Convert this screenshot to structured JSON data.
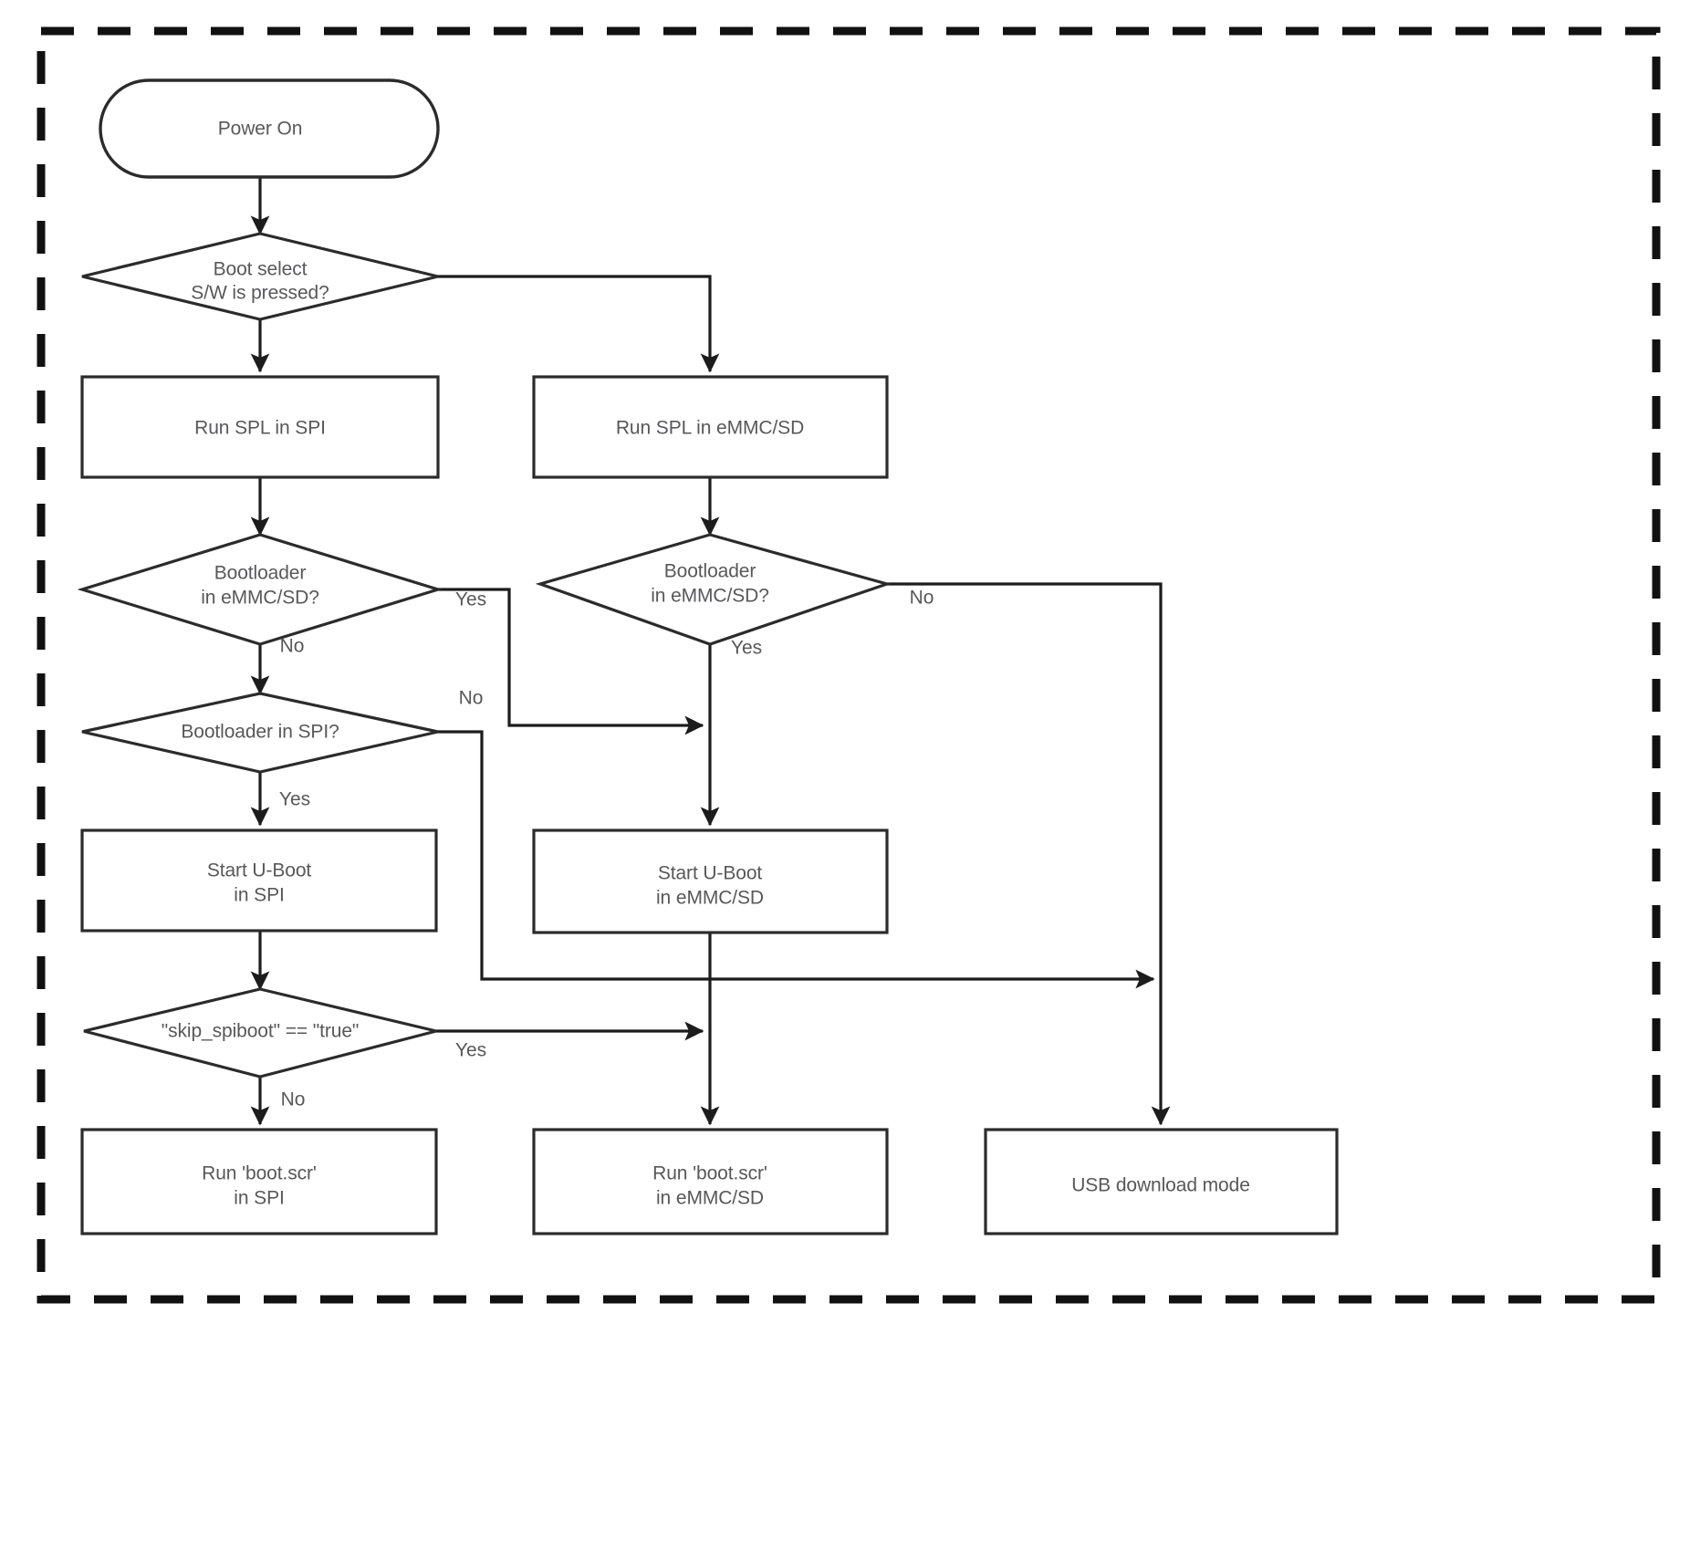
{
  "diagram": {
    "title": "Boot sequence flowchart",
    "colors": {
      "shape_stroke": "#2b2b2b",
      "connector_stroke": "#1c1c1c",
      "text": "#58585a",
      "boundary": "#111111",
      "background": "#ffffff"
    },
    "boundary": {
      "name": "dashed-enclosure",
      "style": "dashed"
    },
    "nodes": [
      {
        "id": "power_on",
        "type": "terminator",
        "label": "Power On",
        "lines": [
          "Power On"
        ]
      },
      {
        "id": "boot_select",
        "type": "decision",
        "label": "Boot select S/W is pressed?",
        "lines": [
          "Boot select",
          "S/W is pressed?"
        ]
      },
      {
        "id": "spl_spi",
        "type": "process",
        "label": "Run SPL in SPI",
        "lines": [
          "Run SPL in SPI"
        ]
      },
      {
        "id": "spl_emmc",
        "type": "process",
        "label": "Run SPL in eMMC/SD",
        "lines": [
          "Run SPL in eMMC/SD"
        ]
      },
      {
        "id": "bl_emmc_left",
        "type": "decision",
        "label": "Bootloader in eMMC/SD?",
        "lines": [
          "Bootloader",
          "in eMMC/SD?"
        ]
      },
      {
        "id": "bl_emmc_right",
        "type": "decision",
        "label": "Bootloader in eMMC/SD?",
        "lines": [
          "Bootloader",
          "in eMMC/SD?"
        ]
      },
      {
        "id": "bl_spi",
        "type": "decision",
        "label": "Bootloader in SPI?",
        "lines": [
          "Bootloader in SPI?"
        ]
      },
      {
        "id": "uboot_spi",
        "type": "process",
        "label": "Start U-Boot in SPI",
        "lines": [
          "Start U-Boot",
          "in SPI"
        ]
      },
      {
        "id": "uboot_emmc",
        "type": "process",
        "label": "Start U-Boot in eMMC/SD",
        "lines": [
          "Start U-Boot",
          "in eMMC/SD"
        ]
      },
      {
        "id": "skip_spiboot",
        "type": "decision",
        "label": "\"skip_spiboot\" == \"true\"",
        "lines": [
          "\"skip_spiboot\" == \"true\""
        ]
      },
      {
        "id": "bootscr_spi",
        "type": "process",
        "label": "Run 'boot.scr' in SPI",
        "lines": [
          "Run 'boot.scr'",
          "in SPI"
        ]
      },
      {
        "id": "bootscr_emmc",
        "type": "process",
        "label": "Run 'boot.scr' in eMMC/SD",
        "lines": [
          "Run 'boot.scr'",
          "in eMMC/SD"
        ]
      },
      {
        "id": "usb_download",
        "type": "process",
        "label": "USB download mode",
        "lines": [
          "USB download mode"
        ]
      }
    ],
    "edges": [
      {
        "from": "power_on",
        "to": "boot_select",
        "label": ""
      },
      {
        "from": "boot_select",
        "to": "spl_spi",
        "label": ""
      },
      {
        "from": "boot_select",
        "to": "spl_emmc",
        "label": ""
      },
      {
        "from": "spl_spi",
        "to": "bl_emmc_left",
        "label": ""
      },
      {
        "from": "spl_emmc",
        "to": "bl_emmc_right",
        "label": ""
      },
      {
        "from": "bl_emmc_left",
        "to": "uboot_emmc",
        "label": "Yes"
      },
      {
        "from": "bl_emmc_left",
        "to": "bl_spi",
        "label": "No"
      },
      {
        "from": "bl_emmc_right",
        "to": "usb_download",
        "label": "No"
      },
      {
        "from": "bl_emmc_right",
        "to": "uboot_emmc",
        "label": "Yes"
      },
      {
        "from": "bl_spi",
        "to": "usb_download",
        "label": "No"
      },
      {
        "from": "bl_spi",
        "to": "uboot_spi",
        "label": "Yes"
      },
      {
        "from": "uboot_spi",
        "to": "skip_spiboot",
        "label": ""
      },
      {
        "from": "uboot_emmc",
        "to": "bootscr_emmc",
        "label": ""
      },
      {
        "from": "skip_spiboot",
        "to": "bootscr_emmc",
        "label": "Yes"
      },
      {
        "from": "skip_spiboot",
        "to": "bootscr_spi",
        "label": "No"
      }
    ],
    "labels": {
      "power_on": "Power On",
      "boot_select_l1": "Boot select",
      "boot_select_l2": "S/W is pressed?",
      "spl_spi": "Run SPL in SPI",
      "spl_emmc": "Run SPL in eMMC/SD",
      "bl_emmc_left_l1": "Bootloader",
      "bl_emmc_left_l2": "in eMMC/SD?",
      "bl_emmc_right_l1": "Bootloader",
      "bl_emmc_right_l2": "in eMMC/SD?",
      "bl_spi": "Bootloader in SPI?",
      "uboot_spi_l1": "Start U-Boot",
      "uboot_spi_l2": "in SPI",
      "uboot_emmc_l1": "Start U-Boot",
      "uboot_emmc_l2": "in eMMC/SD",
      "skip_spiboot": "\"skip_spiboot\" == \"true\"",
      "bootscr_spi_l1": "Run 'boot.scr'",
      "bootscr_spi_l2": "in SPI",
      "bootscr_emmc_l1": "Run 'boot.scr'",
      "bootscr_emmc_l2": "in eMMC/SD",
      "usb_download": "USB download mode",
      "yes_bl_emmc_left": "Yes",
      "no_bl_emmc_left": "No",
      "no_bl_emmc_right": "No",
      "yes_bl_emmc_right": "Yes",
      "no_bl_spi": "No",
      "yes_bl_spi": "Yes",
      "yes_skip": "Yes",
      "no_skip": "No"
    }
  }
}
